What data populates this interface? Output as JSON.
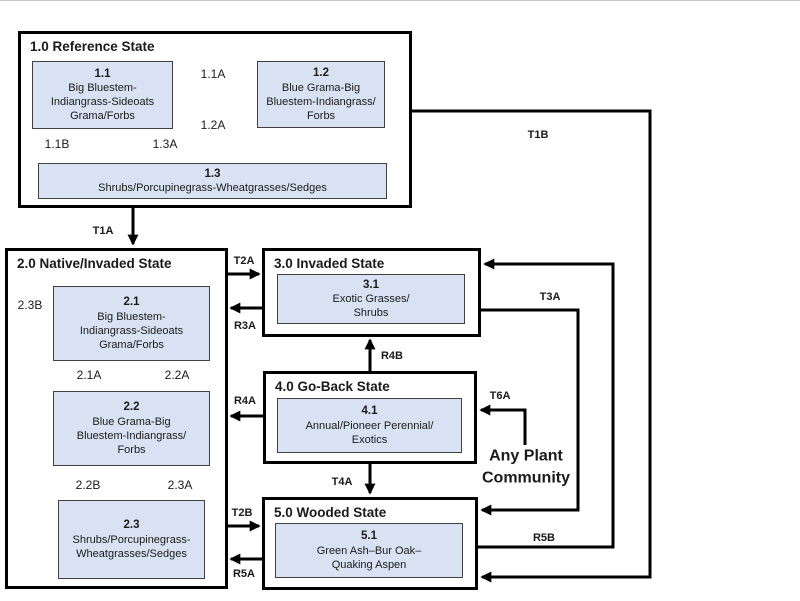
{
  "states": {
    "s1": {
      "title": "1.0 Reference State"
    },
    "s2": {
      "title": "2.0 Native/Invaded State"
    },
    "s3": {
      "title": "3.0 Invaded State"
    },
    "s4": {
      "title": "4.0 Go-Back State"
    },
    "s5": {
      "title": "5.0 Wooded State"
    }
  },
  "communities": {
    "c11": {
      "id": "1.1",
      "name": "Big Bluestem-Indiangrass-Sideoats Grama/Forbs"
    },
    "c12": {
      "id": "1.2",
      "name": "Blue Grama-Big Bluestem-Indiangrass/Forbs"
    },
    "c13": {
      "id": "1.3",
      "name": "Shrubs/Porcupinegrass-Wheatgrasses/Sedges"
    },
    "c21": {
      "id": "2.1",
      "name": "Big Bluestem-Indiangrass-Sideoats Grama/Forbs"
    },
    "c22": {
      "id": "2.2",
      "name": "Blue Grama-Big Bluestem-Indiangrass/Forbs"
    },
    "c23": {
      "id": "2.3",
      "name": "Shrubs/Porcupinegrass-Wheatgrasses/Sedges"
    },
    "c31": {
      "id": "3.1",
      "name": "Exotic Grasses/Shrubs"
    },
    "c41": {
      "id": "4.1",
      "name": "Annual/Pioneer Perennial/Exotics"
    },
    "c51": {
      "id": "5.1",
      "name": "Green Ash–Bur Oak–Quaking Aspen"
    }
  },
  "pathway_labels": {
    "p11A": "1.1A",
    "p12A": "1.2A",
    "p11B": "1.1B",
    "p13A": "1.3A",
    "p21A": "2.1A",
    "p22A": "2.2A",
    "p22B": "2.2B",
    "p23A": "2.3A",
    "p23B": "2.3B",
    "T1A": "T1A",
    "T1B": "T1B",
    "T2A": "T2A",
    "T2B": "T2B",
    "T3A": "T3A",
    "T4A": "T4A",
    "T6A": "T6A",
    "R3A": "R3A",
    "R4A": "R4A",
    "R4B": "R4B",
    "R5A": "R5A",
    "R5B": "R5B"
  },
  "free_text": {
    "any_plant_community": "Any Plant Community"
  },
  "colors": {
    "community_fill": "#d9e2f3",
    "community_border": "#404040",
    "state_border": "#000000",
    "arrow": "#000000"
  }
}
